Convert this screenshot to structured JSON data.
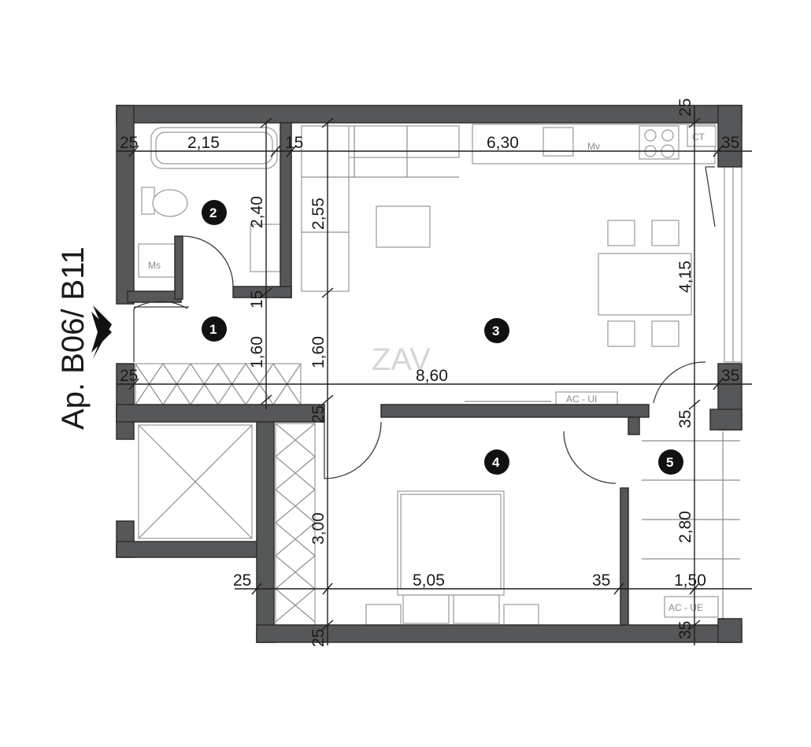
{
  "apartment_label": "Ap. B06/ B11",
  "watermark": "ZAV",
  "rooms": [
    {
      "number": "1"
    },
    {
      "number": "2"
    },
    {
      "number": "3"
    },
    {
      "number": "4"
    },
    {
      "number": "5"
    }
  ],
  "fixture_tags": {
    "ms": "Ms",
    "mv": "Mv",
    "ct": "CT",
    "ac_ui": "AC - UI",
    "ac_ue": "AC - UE"
  },
  "dimensions": {
    "top_left_wall": "25",
    "bath_width": "2,15",
    "partition": "15",
    "living_width": "6,30",
    "top_wall": "25",
    "right_wall_top": "35",
    "bath_height": "2,40",
    "living_side": "2,55",
    "living_height": "4,15",
    "hall_partition": "15",
    "hall_height": "1,60",
    "hall_height_2": "1,60",
    "mid_left_wall": "25",
    "overall_width": "8,60",
    "right_wall_mid": "35",
    "bedroom_wall_top": "25",
    "balcony_wall": "35",
    "bedroom_height": "3,00",
    "balcony_height": "2,80",
    "bottom_left_wall": "25",
    "bedroom_width": "5,05",
    "bedroom_right_wall": "35",
    "balcony_width": "1,50",
    "bedroom_wall_bottom": "25",
    "balcony_wall_bottom": "35"
  }
}
